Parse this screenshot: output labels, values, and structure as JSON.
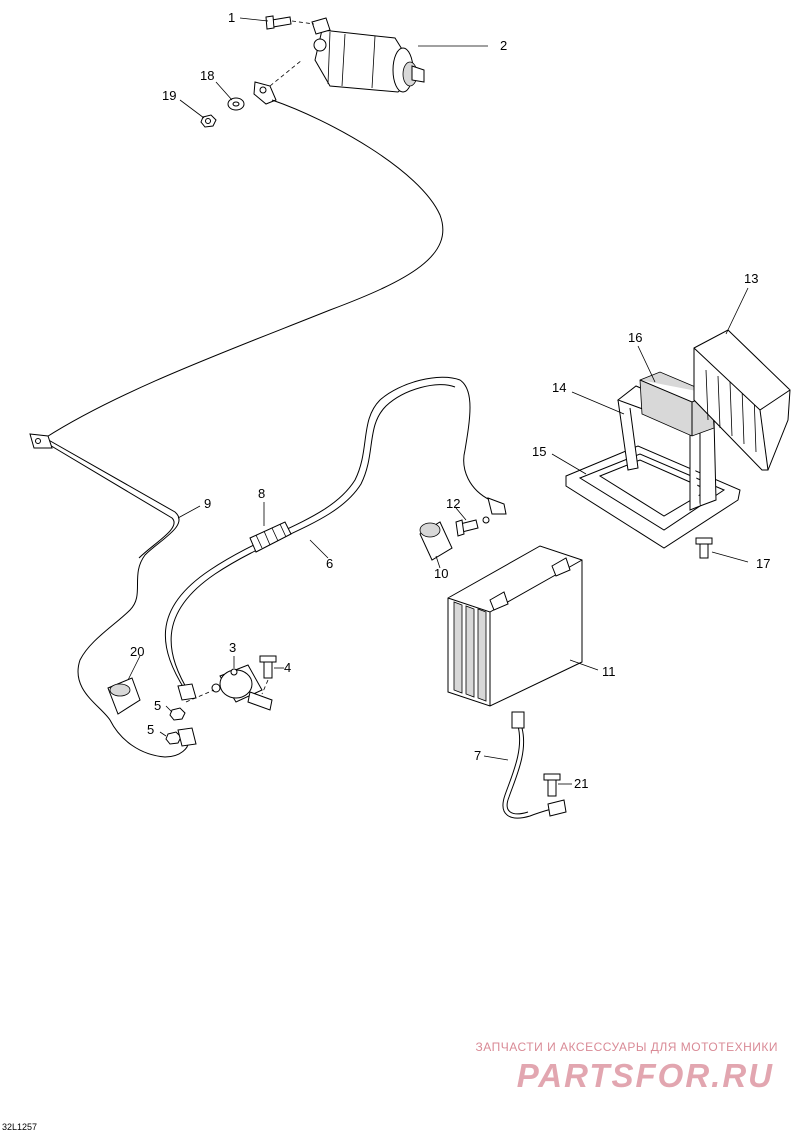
{
  "diagram": {
    "callouts": [
      "1",
      "2",
      "18",
      "19",
      "13",
      "16",
      "14",
      "15",
      "12",
      "17",
      "8",
      "9",
      "6",
      "10",
      "20",
      "3",
      "4",
      "5",
      "5",
      "11",
      "7",
      "21"
    ],
    "drawing_code": "32L1257"
  },
  "watermark": {
    "tagline": "ЗАПЧАСТИ И АКСЕССУАРЫ ДЛЯ МОТОТЕХНИКИ",
    "logo": "PARTSFOR.RU"
  },
  "colors": {
    "line": "#000000",
    "watermark": "#e2a6b0"
  }
}
